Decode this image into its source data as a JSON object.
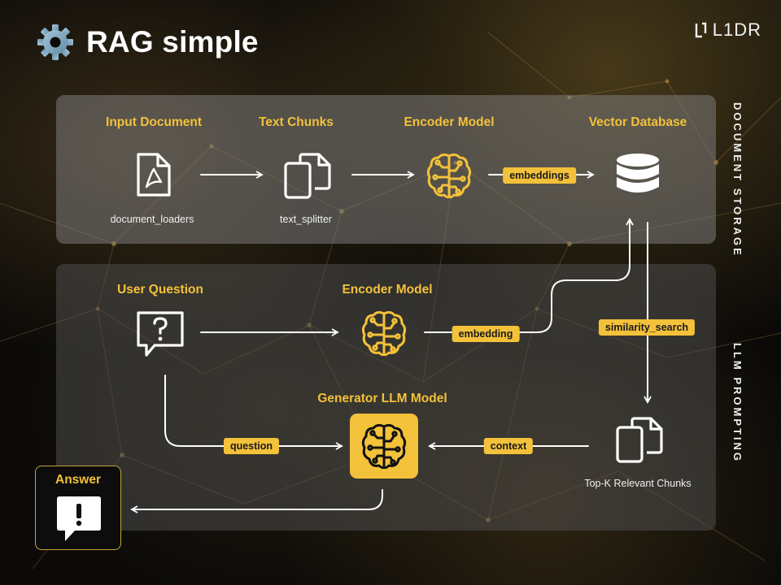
{
  "header": {
    "title": "RAG simple",
    "title_icon": "gear-icon",
    "brand": "L1DR",
    "brand_icon": "l1dr-logo-mark"
  },
  "sections": {
    "document_storage": "DOCUMENT STORAGE",
    "llm_prompting": "LLM PROMPTING"
  },
  "storage": {
    "input_document": {
      "title": "Input Document",
      "caption": "document_loaders",
      "icon": "pdf-document-icon"
    },
    "text_chunks": {
      "title": "Text Chunks",
      "caption": "text_splitter",
      "icon": "copy-documents-icon"
    },
    "encoder_model": {
      "title": "Encoder Model",
      "icon": "brain-circuit-icon"
    },
    "vector_database": {
      "title": "Vector Database",
      "icon": "database-icon"
    },
    "embeddings_label": "embeddings"
  },
  "prompting": {
    "user_question": {
      "title": "User Question",
      "icon": "question-bubble-icon"
    },
    "encoder_model": {
      "title": "Encoder Model",
      "icon": "brain-circuit-icon"
    },
    "generator": {
      "title": "Generator LLM Model",
      "icon": "brain-circuit-icon"
    },
    "top_k": {
      "caption": "Top-K Relevant Chunks",
      "icon": "copy-documents-icon"
    },
    "embedding_label": "embedding",
    "similarity_label": "similarity_search",
    "question_label": "question",
    "context_label": "context"
  },
  "answer": {
    "title": "Answer",
    "icon": "exclamation-bubble-icon"
  },
  "colors": {
    "accent": "#f3c13a",
    "background": "#0b0a08",
    "panel": "#808080"
  }
}
